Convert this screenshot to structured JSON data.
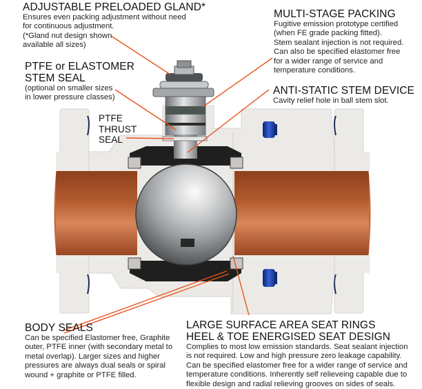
{
  "diagram": {
    "subject": "Ball valve cutaway",
    "colors": {
      "leader_line": "#e8531c",
      "body": "#ebe9e6",
      "bore": "#b5582b",
      "ball": "#c9cbcd",
      "drain_plug": "#1c3fa8",
      "seat": "#1e1e1e"
    }
  },
  "callouts": {
    "gland": {
      "title": "ADJUSTABLE PRELOADED GLAND*",
      "lines": [
        "Ensures even packing adjustment without need",
        "for continuous adjustment.",
        "(*Gland nut design shown",
        "available all sizes)"
      ]
    },
    "stem_seal": {
      "title_lines": [
        "PTFE or ELASTOMER",
        "STEM SEAL"
      ],
      "lines": [
        "(optional on smaller sizes",
        "in lower pressure classes)"
      ]
    },
    "thrust_seal": {
      "title_lines": [
        "PTFE",
        "THRUST",
        "SEAL"
      ]
    },
    "packing": {
      "title": "MULTI-STAGE PACKING",
      "lines": [
        "Fugitive emission prototype certified",
        "(when FE grade packing fitted).",
        "Stem sealant injection is not required.",
        "Can also be specified elastomer free",
        "for a wider range of service and",
        "temperature conditions."
      ]
    },
    "anti_static": {
      "title": "ANTI-STATIC STEM DEVICE",
      "lines": [
        "Cavity relief hole in ball stem slot."
      ]
    },
    "body_seals": {
      "title": "BODY SEALS",
      "lines": [
        "Can be specified Elastomer free, Graphite",
        "outer, PTFE inner (with secondary metal to",
        "metal overlap). Larger sizes and higher",
        "pressures are always dual seals or spiral",
        "wound + graphite or PTFE filled."
      ]
    },
    "seat_rings": {
      "title_lines": [
        "LARGE SURFACE AREA SEAT RINGS",
        "HEEL & TOE ENERGISED SEAT DESIGN"
      ],
      "lines": [
        "Complies to most low emission standards. Seat sealant injection",
        "is not required. Low and high pressure zero leakage capability.",
        "Can be specified elastomer free for a wider range of service and",
        "temperature conditions.  Inherently self relieveing capable due to",
        "flexible design and radial relieving grooves on sides of seals."
      ]
    }
  }
}
